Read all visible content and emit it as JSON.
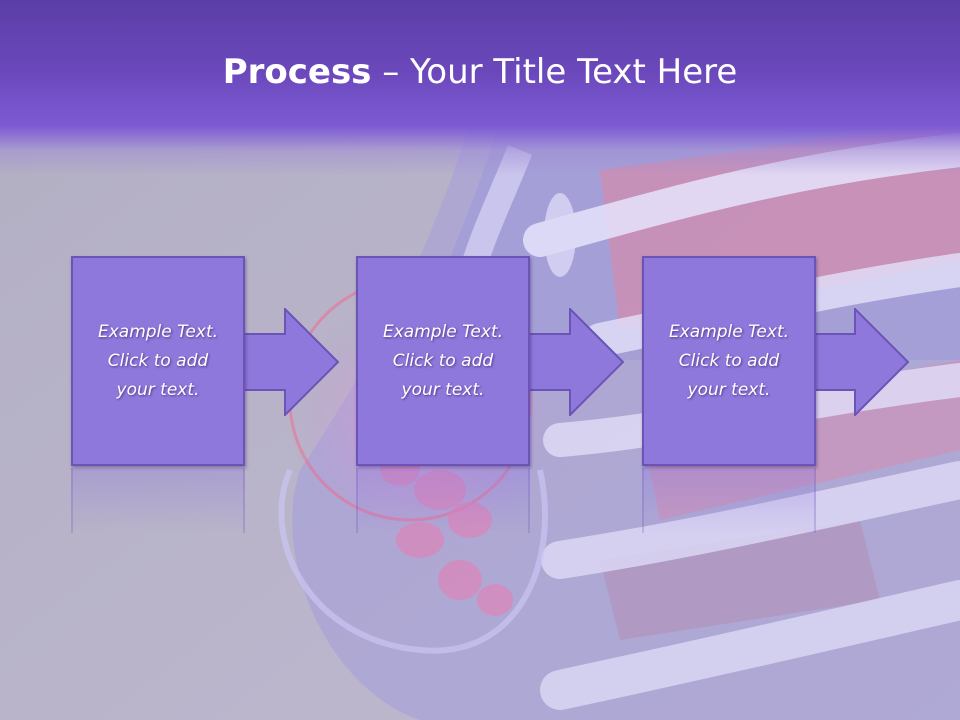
{
  "slide": {
    "title_bold": "Process",
    "title_rest": " – Your Title Text Here"
  },
  "steps": [
    {
      "text": "Example Text.\nClick  to add\nyour text."
    },
    {
      "text": "Example Text.\nClick  to add\nyour text."
    },
    {
      "text": "Example Text.\nClick  to add\nyour text."
    }
  ],
  "colors": {
    "header": "#6a48bb",
    "box_fill": "#8f78dc",
    "box_border": "#6b54b6"
  }
}
